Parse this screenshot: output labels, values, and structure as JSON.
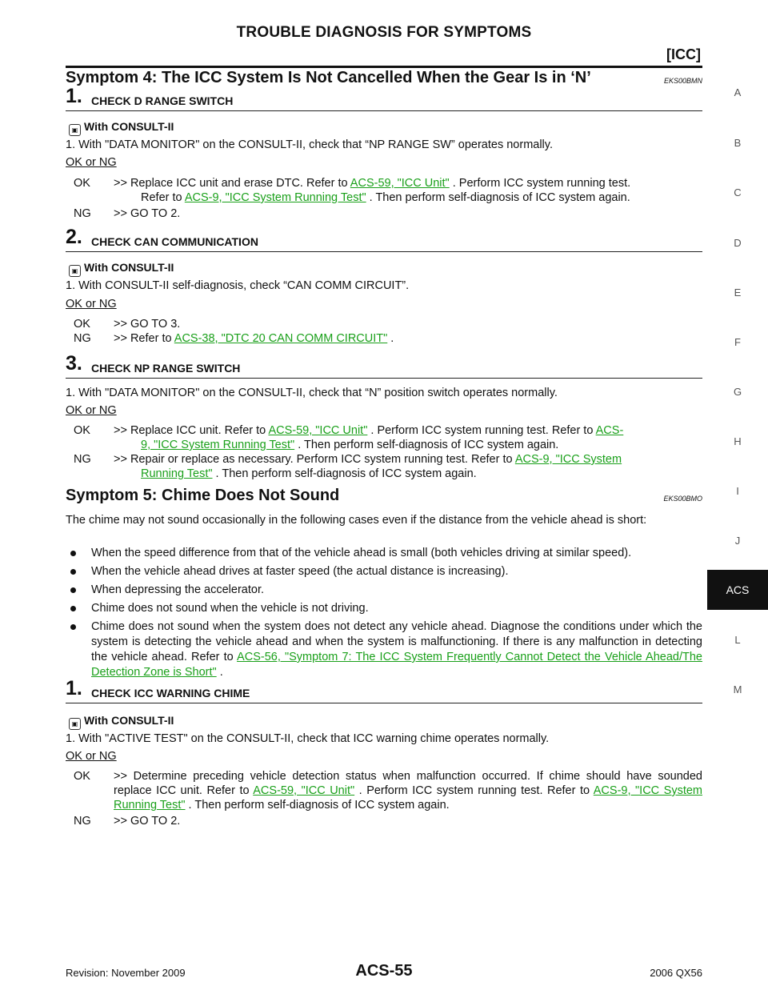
{
  "header": {
    "title": "TROUBLE DIAGNOSIS FOR SYMPTOMS",
    "section": "[ICC]"
  },
  "symptom4": {
    "title": "Symptom 4: The ICC System Is Not Cancelled When the Gear Is in ‘N’",
    "ref": "EKS00BMN",
    "step1": {
      "num": "1.",
      "label": "CHECK D RANGE SWITCH",
      "consult": "With CONSULT-II",
      "instruction": "1. With \"DATA MONITOR\" on the CONSULT-II, check that “NP RANGE SW” operates normally.",
      "oknq": "OK or NG",
      "ok_key": "OK",
      "ok_a": ">> Replace ICC unit and erase DTC. Refer to ",
      "ok_link1": "ACS-59, \"ICC Unit\"",
      "ok_b": " . Perform ICC system running test.",
      "ok_c": "Refer to ",
      "ok_link2": "ACS-9, \"ICC System Running Test\"",
      "ok_d": " . Then perform self-diagnosis of ICC system again.",
      "ng_key": "NG",
      "ng": ">> GO TO 2."
    },
    "step2": {
      "num": "2.",
      "label": "CHECK CAN COMMUNICATION",
      "consult": "With CONSULT-II",
      "instruction": "1. With CONSULT-II self-diagnosis, check “CAN COMM CIRCUIT”.",
      "oknq": "OK or NG",
      "ok_key": "OK",
      "ok": ">> GO TO 3.",
      "ng_key": "NG",
      "ng_a": ">> Refer to ",
      "ng_link": "ACS-38, \"DTC 20 CAN COMM CIRCUIT\"",
      "ng_b": " ."
    },
    "step3": {
      "num": "3.",
      "label": "CHECK NP RANGE SWITCH",
      "instruction": "1. With \"DATA MONITOR\" on the CONSULT-II, check that “N” position switch operates normally.",
      "oknq": "OK or NG",
      "ok_key": "OK",
      "ok_a": ">> Replace ICC unit. Refer to ",
      "ok_link1": "ACS-59, \"ICC Unit\"",
      "ok_b": " . Perform ICC system running test. Refer to ",
      "ok_link2a": "ACS-",
      "ok_link2b": "9, \"ICC System Running Test\"",
      "ok_c": " . Then perform self-diagnosis of ICC system again.",
      "ng_key": "NG",
      "ng_a": ">> Repair or replace as necessary. Perform ICC system running test. Refer to ",
      "ng_link_a": "ACS-9, \"ICC System",
      "ng_link_b": "Running Test\"",
      "ng_b": " . Then perform self-diagnosis of ICC system again."
    }
  },
  "symptom5": {
    "title": "Symptom 5: Chime Does Not Sound",
    "ref": "EKS00BMO",
    "intro": "The chime may not sound occasionally in the following cases even if the distance from the vehicle ahead is short:",
    "bullets": [
      "When the speed difference from that of the vehicle ahead is small (both vehicles driving at similar speed).",
      "When the vehicle ahead drives at faster speed (the actual distance is increasing).",
      "When depressing the accelerator.",
      "Chime does not sound when the vehicle is not driving."
    ],
    "bullet5_a": "Chime does not sound when the system does not detect any vehicle ahead. Diagnose the conditions under which the system is detecting the vehicle ahead and when the system is malfunctioning. If there is any malfunction in detecting the vehicle ahead. Refer to ",
    "bullet5_link": "ACS-56, \"Symptom 7: The ICC System Frequently Cannot Detect the Vehicle Ahead/The Detection Zone is Short\"",
    "bullet5_b": " .",
    "step1": {
      "num": "1.",
      "label": "CHECK ICC WARNING CHIME",
      "consult": "With CONSULT-II",
      "instruction": "1. With \"ACTIVE TEST\" on the CONSULT-II, check that ICC warning chime operates normally.",
      "oknq": "OK or NG",
      "ok_key": "OK",
      "ok_a": ">> Determine preceding vehicle detection status when malfunction occurred. If chime should have sounded replace ICC unit. Refer to ",
      "ok_link1": "ACS-59, \"ICC Unit\"",
      "ok_b": " . Perform ICC system running test. Refer to ",
      "ok_link2": "ACS-9, \"ICC System Running Test\"",
      "ok_c": " . Then perform self-diagnosis of ICC system again.",
      "ng_key": "NG",
      "ng": ">> GO TO 2."
    }
  },
  "side_index": [
    "A",
    "B",
    "C",
    "D",
    "E",
    "F",
    "G",
    "H",
    "I",
    "J",
    "ACS",
    "L",
    "M"
  ],
  "footer": {
    "revision": "Revision: November 2009",
    "page": "ACS-55",
    "model": "2006 QX56"
  },
  "colors": {
    "link": "#1aa01a",
    "tab_bg": "#111111"
  }
}
